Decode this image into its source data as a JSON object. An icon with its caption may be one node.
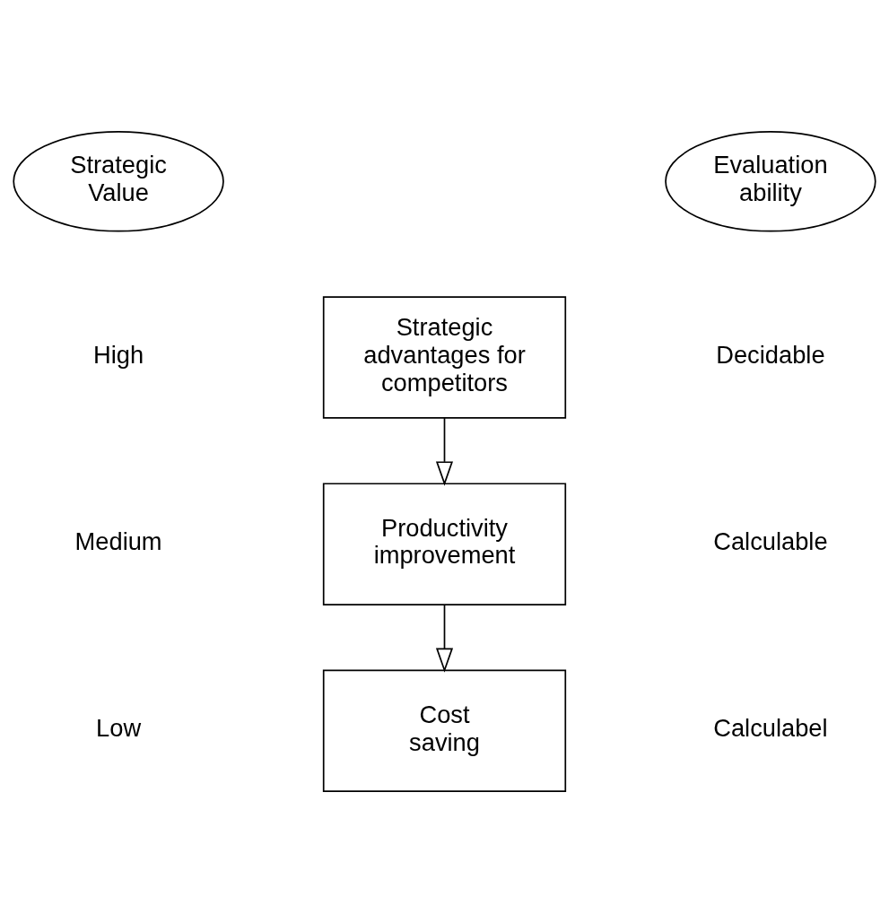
{
  "diagram": {
    "nodes": [
      {
        "text": [
          "Strategic Value"
        ]
      },
      {
        "text": [
          "Evaluation ability"
        ]
      },
      {
        "text": [
          "Strategic advantages for competitors"
        ]
      },
      {
        "text": [
          "Productivity improvement"
        ]
      },
      {
        "text": [
          "Cost saving"
        ]
      }
    ],
    "edges": [
      {
        "from": 2,
        "to": 3,
        "arrow": "to"
      },
      {
        "from": 3,
        "to": 4,
        "arrow": "to"
      }
    ],
    "labels": [
      "High",
      "Decidable",
      "Medium",
      "Calculable",
      "Low",
      "Calculabel"
    ]
  }
}
